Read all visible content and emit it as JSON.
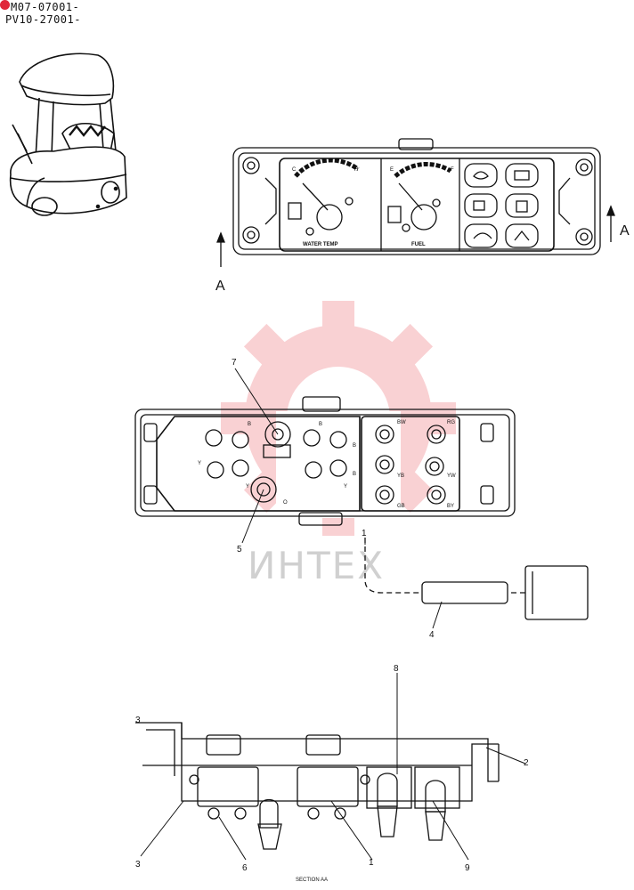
{
  "header": {
    "serials": [
      "M07-07001-",
      "PV10-27001-"
    ]
  },
  "gauge_panel": {
    "water_temp_label": "WATER TEMP",
    "fuel_label": "FUEL",
    "temp_cold": "C",
    "temp_hot": "H",
    "fuel_empty": "E",
    "fuel_full": "F",
    "section_letter_left": "A",
    "section_letter_right": "A"
  },
  "back_view": {
    "terminal_labels": [
      "B",
      "Y",
      "Y",
      "B",
      "B",
      "Y",
      "B",
      "O",
      "BW",
      "RG",
      "YW",
      "YB",
      "GB",
      "BY"
    ]
  },
  "section_view": {
    "caption": "SECTION AA"
  },
  "callouts": [
    "1",
    "2",
    "3",
    "4",
    "5",
    "6",
    "7",
    "8",
    "9",
    "1"
  ],
  "watermark": {
    "text": "ИНТЕХ",
    "brand_color": "#e8313d"
  }
}
